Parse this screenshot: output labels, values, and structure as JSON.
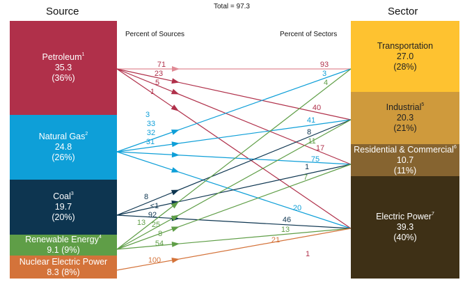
{
  "title": "Total = 97.3",
  "source_header": "Source",
  "sector_header": "Sector",
  "percent_of_sources": "Percent of Sources",
  "percent_of_sectors": "Percent of Sectors",
  "sources": [
    {
      "name": "Petroleum",
      "note": "1",
      "value": "35.3",
      "share": "(36%)",
      "color": "#b0304a"
    },
    {
      "name": "Natural Gas",
      "note": "2",
      "value": "24.8",
      "share": "(26%)",
      "color": "#0e9fd8"
    },
    {
      "name": "Coal",
      "note": "3",
      "value": "19.7",
      "share": "(20%)",
      "color": "#0d3550"
    },
    {
      "name": "Renewable Energy",
      "note": "4",
      "value": "9.1",
      "share": "(9%)",
      "color": "#5f9e47"
    },
    {
      "name": "Nuclear Electric Power",
      "note": "",
      "value": "8.3",
      "share": "(8%)",
      "color": "#d4733a"
    }
  ],
  "sectors": [
    {
      "name": "Transportation",
      "note": "",
      "value": "27.0",
      "share": "(28%)",
      "color": "#fec230",
      "text_color": "#222"
    },
    {
      "name": "Industrial",
      "note": "5",
      "value": "20.3",
      "share": "(21%)",
      "color": "#cf9a3c",
      "text_color": "#222"
    },
    {
      "name": "Residential & Commercial",
      "note": "6",
      "value": "10.7",
      "share": "(11%)",
      "color": "#866430",
      "text_color": "#fff"
    },
    {
      "name": "Electric Power",
      "note": "7",
      "value": "39.3",
      "share": "(40%)",
      "color": "#3e3016",
      "text_color": "#fff"
    }
  ],
  "flows": [
    {
      "source": 0,
      "sector": 0,
      "pct_source": "71",
      "pct_sector": "93",
      "color": "#e08a95"
    },
    {
      "source": 0,
      "sector": 1,
      "pct_source": "23",
      "pct_sector": "40",
      "color": "#b0304a"
    },
    {
      "source": 0,
      "sector": 2,
      "pct_source": "5",
      "pct_sector": "17",
      "color": "#b0304a"
    },
    {
      "source": 0,
      "sector": 3,
      "pct_source": "1",
      "pct_sector": "1",
      "color": "#b0304a"
    },
    {
      "source": 1,
      "sector": 0,
      "pct_source": "3",
      "pct_sector": "3",
      "color": "#0e9fd8"
    },
    {
      "source": 1,
      "sector": 1,
      "pct_source": "33",
      "pct_sector": "41",
      "color": "#0e9fd8"
    },
    {
      "source": 1,
      "sector": 2,
      "pct_source": "32",
      "pct_sector": "75",
      "color": "#0e9fd8"
    },
    {
      "source": 1,
      "sector": 3,
      "pct_source": "31",
      "pct_sector": "20",
      "color": "#0e9fd8"
    },
    {
      "source": 2,
      "sector": 1,
      "pct_source": "8",
      "pct_sector": "8",
      "color": "#0d3550"
    },
    {
      "source": 2,
      "sector": 2,
      "pct_source": "<1",
      "pct_sector": "1",
      "color": "#0d3550"
    },
    {
      "source": 2,
      "sector": 3,
      "pct_source": "92",
      "pct_sector": "46",
      "color": "#0d3550"
    },
    {
      "source": 3,
      "sector": 0,
      "pct_source": "13",
      "pct_sector": "4",
      "color": "#5f9e47"
    },
    {
      "source": 3,
      "sector": 1,
      "pct_source": "25",
      "pct_sector": "11",
      "color": "#5f9e47"
    },
    {
      "source": 3,
      "sector": 2,
      "pct_source": "8",
      "pct_sector": "7",
      "color": "#5f9e47"
    },
    {
      "source": 3,
      "sector": 3,
      "pct_source": "54",
      "pct_sector": "13",
      "color": "#5f9e47"
    },
    {
      "source": 4,
      "sector": 3,
      "pct_source": "100",
      "pct_sector": "21",
      "color": "#d4733a"
    }
  ]
}
